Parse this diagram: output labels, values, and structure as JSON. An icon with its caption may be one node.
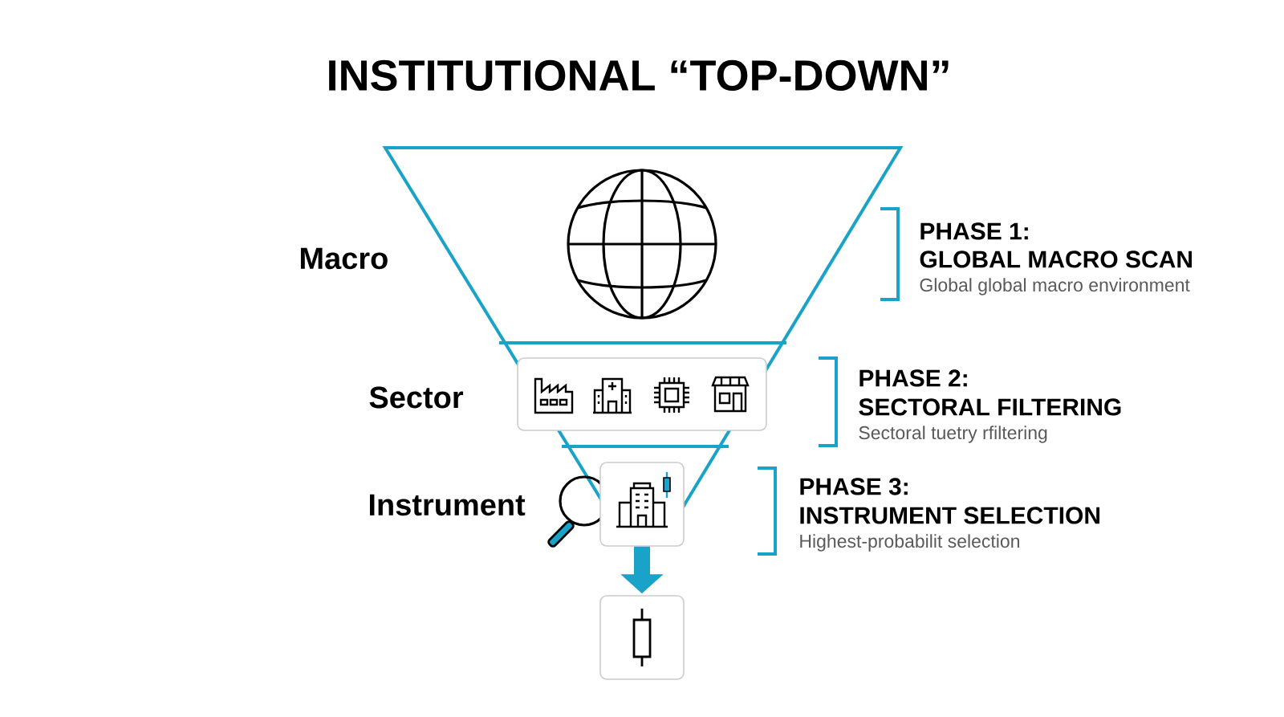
{
  "diagram": {
    "title": "INSTITUTIONAL “TOP-DOWN”",
    "nodes": [
      {
        "text": [],
        "shape": "box"
      },
      {
        "text": [],
        "shape": "box"
      }
    ],
    "edges": [
      {
        "from": 0,
        "to": 1,
        "arrow": "to"
      }
    ],
    "labels": [
      "Macro",
      "PHASE 1:",
      "GLOBAL MACRO SCAN",
      "Global global macro environment",
      "Sector",
      "PHASE 2:",
      "SECTORAL FILTERING",
      "Sectoral tuetry rfiltering",
      "Instrument",
      "PHASE 3:",
      "INSTRUMENT SELECTION",
      "Highest-probabilit selection"
    ]
  }
}
